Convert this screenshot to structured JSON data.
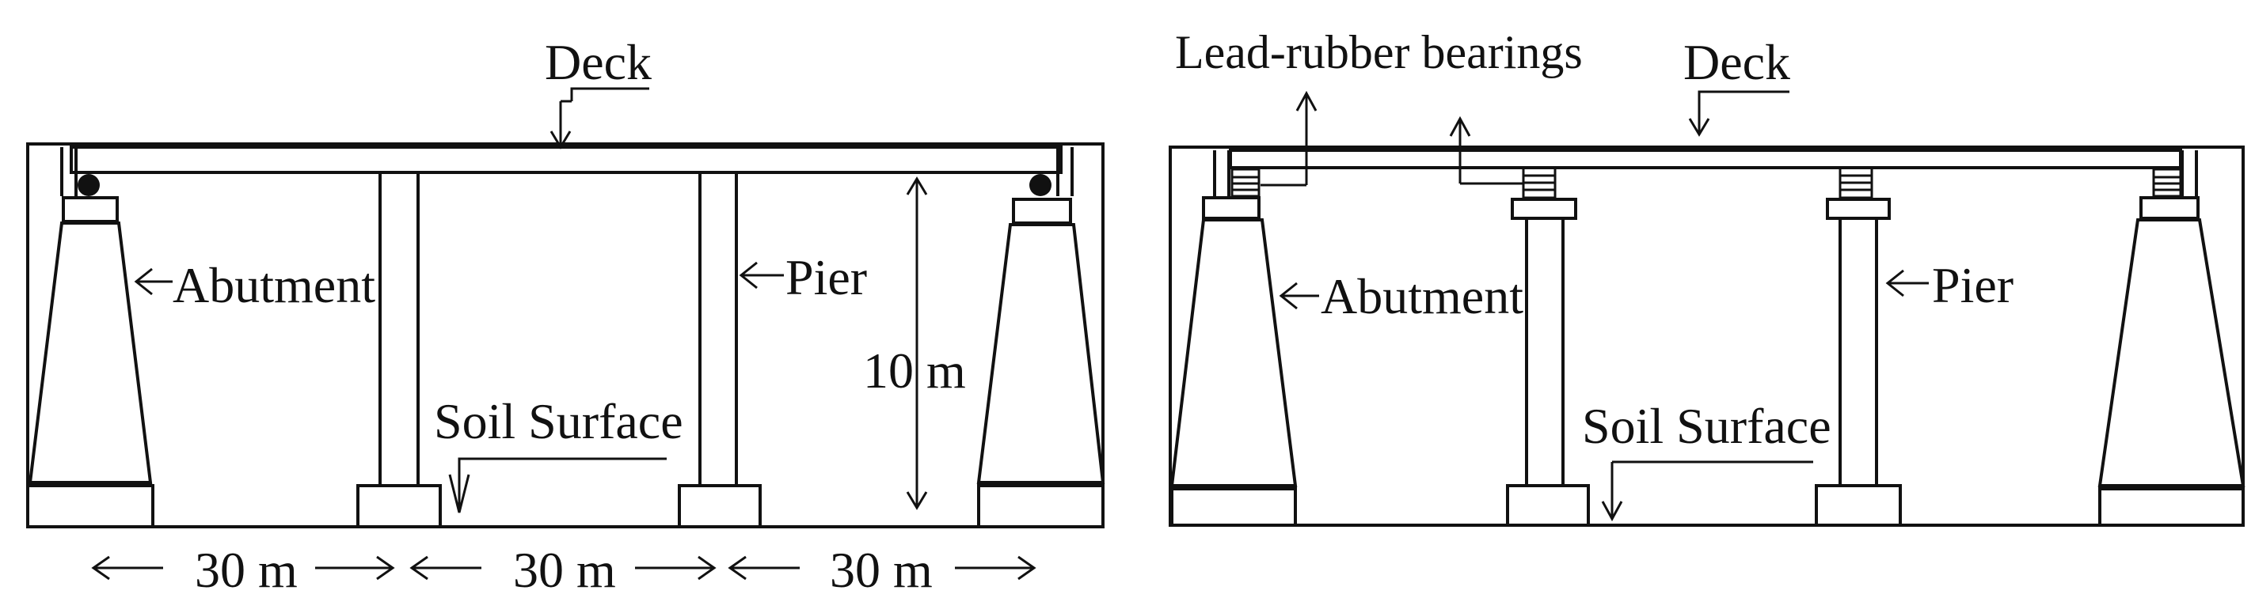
{
  "left_panel": {
    "labels": {
      "deck": "Deck",
      "abutment": "Abutment",
      "pier": "Pier",
      "soil_surface": "Soil Surface",
      "height": "10 m"
    },
    "spans": [
      "30 m",
      "30 m",
      "30 m"
    ]
  },
  "right_panel": {
    "labels": {
      "lead_rubber": "Lead-rubber bearings",
      "deck": "Deck",
      "abutment": "Abutment",
      "pier": "Pier",
      "soil_surface": "Soil Surface"
    }
  }
}
